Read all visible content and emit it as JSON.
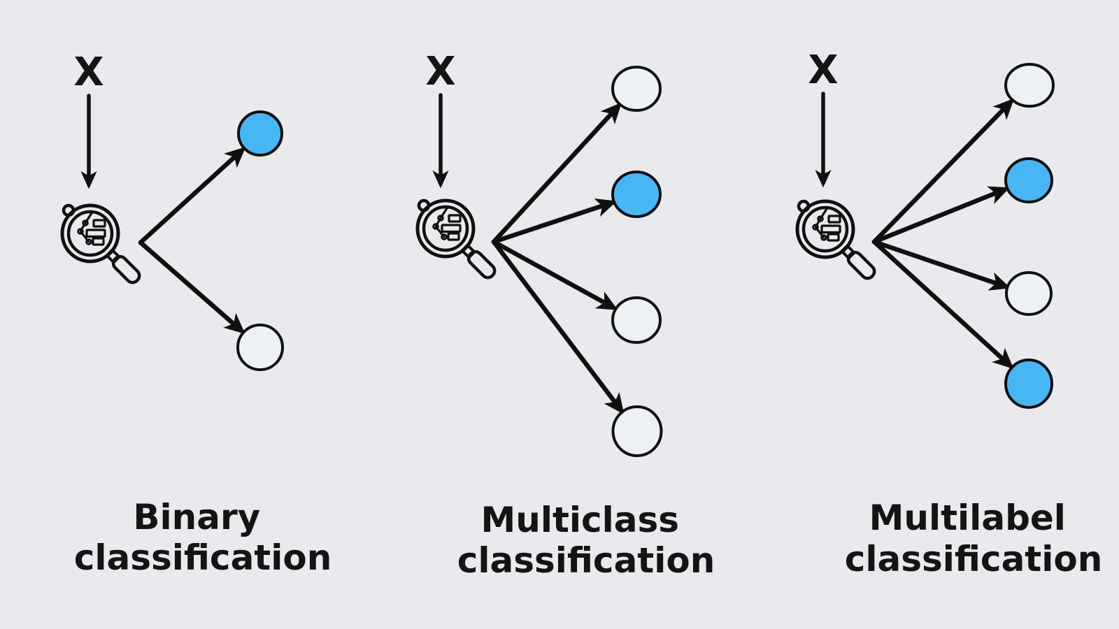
{
  "background_color": "#e8eaed",
  "stroke_color": "#101010",
  "node_colors": {
    "active": "#48b6f4",
    "inactive": "#edf1f4"
  },
  "panels": [
    {
      "id": "binary-classification",
      "input_label": "X",
      "caption": "Binary classification",
      "caption_lines": [
        "Binary",
        "classification"
      ],
      "nodes": [
        {
          "state": "active",
          "color": "#48b6f4"
        },
        {
          "state": "inactive",
          "color": "#edf1f4"
        }
      ]
    },
    {
      "id": "multiclass-classification",
      "input_label": "X",
      "caption": "Multiclass classification",
      "caption_lines": [
        "Multiclass",
        "classification"
      ],
      "nodes": [
        {
          "state": "inactive",
          "color": "#edf1f4"
        },
        {
          "state": "active",
          "color": "#48b6f4"
        },
        {
          "state": "inactive",
          "color": "#edf1f4"
        },
        {
          "state": "inactive",
          "color": "#edf1f4"
        }
      ]
    },
    {
      "id": "multilabel-classification",
      "input_label": "X",
      "caption": "Multilabel classification",
      "caption_lines": [
        "Multilabel",
        "classification"
      ],
      "nodes": [
        {
          "state": "inactive",
          "color": "#edf1f4"
        },
        {
          "state": "active",
          "color": "#48b6f4"
        },
        {
          "state": "inactive",
          "color": "#edf1f4"
        },
        {
          "state": "active",
          "color": "#48b6f4"
        }
      ]
    }
  ]
}
